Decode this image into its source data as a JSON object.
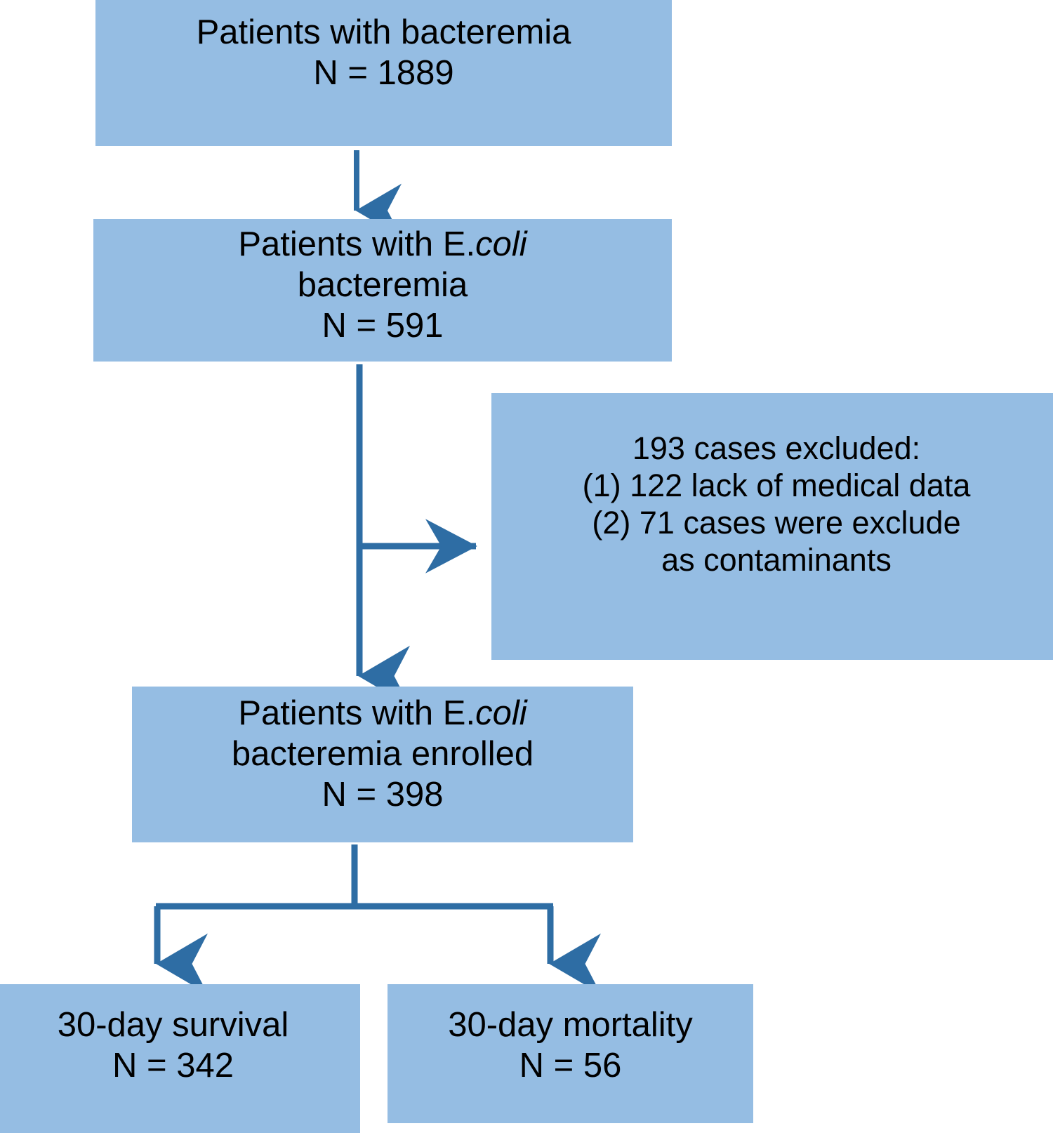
{
  "figure": {
    "type": "flowchart",
    "orientation": "top-to-bottom",
    "colors": {
      "box_fill": "#95bde3",
      "connector": "#2e6da4",
      "text": "#000000",
      "background": "#ffffff"
    }
  },
  "nodes": {
    "bacteremia": {
      "line1": "Patients with bacteremia",
      "line2": "N = 1889",
      "count": 1889
    },
    "ecoli": {
      "line1_prefix": "Patients with ",
      "line1_genus": "E.",
      "line1_species": "coli",
      "line2": "bacteremia",
      "line3": "N = 591",
      "count": 591
    },
    "excluded": {
      "line1": "193 cases excluded:",
      "line2": "(1)  122 lack of medical data",
      "line3": "(2) 71 cases were exclude",
      "line4": "as contaminants",
      "total_excluded": 193,
      "reason1_count": 122,
      "reason2_count": 71
    },
    "enrolled": {
      "line1_prefix": "Patients with ",
      "line1_genus": "E.",
      "line1_species": "coli",
      "line2": "bacteremia enrolled",
      "line3": "N = 398",
      "count": 398
    },
    "survival": {
      "line1": "30-day survival",
      "line2": "N = 342",
      "count": 342
    },
    "mortality": {
      "line1": "30-day  mortality",
      "line2": "N = 56",
      "count": 56
    }
  },
  "connectors": [
    {
      "name": "bacteremia-to-ecoli",
      "kind": "arrow-down"
    },
    {
      "name": "ecoli-to-enrolled",
      "kind": "arrow-down"
    },
    {
      "name": "ecoli-to-excluded",
      "kind": "arrow-right"
    },
    {
      "name": "enrolled-to-survival",
      "kind": "elbow-arrow-down-left"
    },
    {
      "name": "enrolled-to-mortality",
      "kind": "elbow-arrow-down-right"
    }
  ]
}
